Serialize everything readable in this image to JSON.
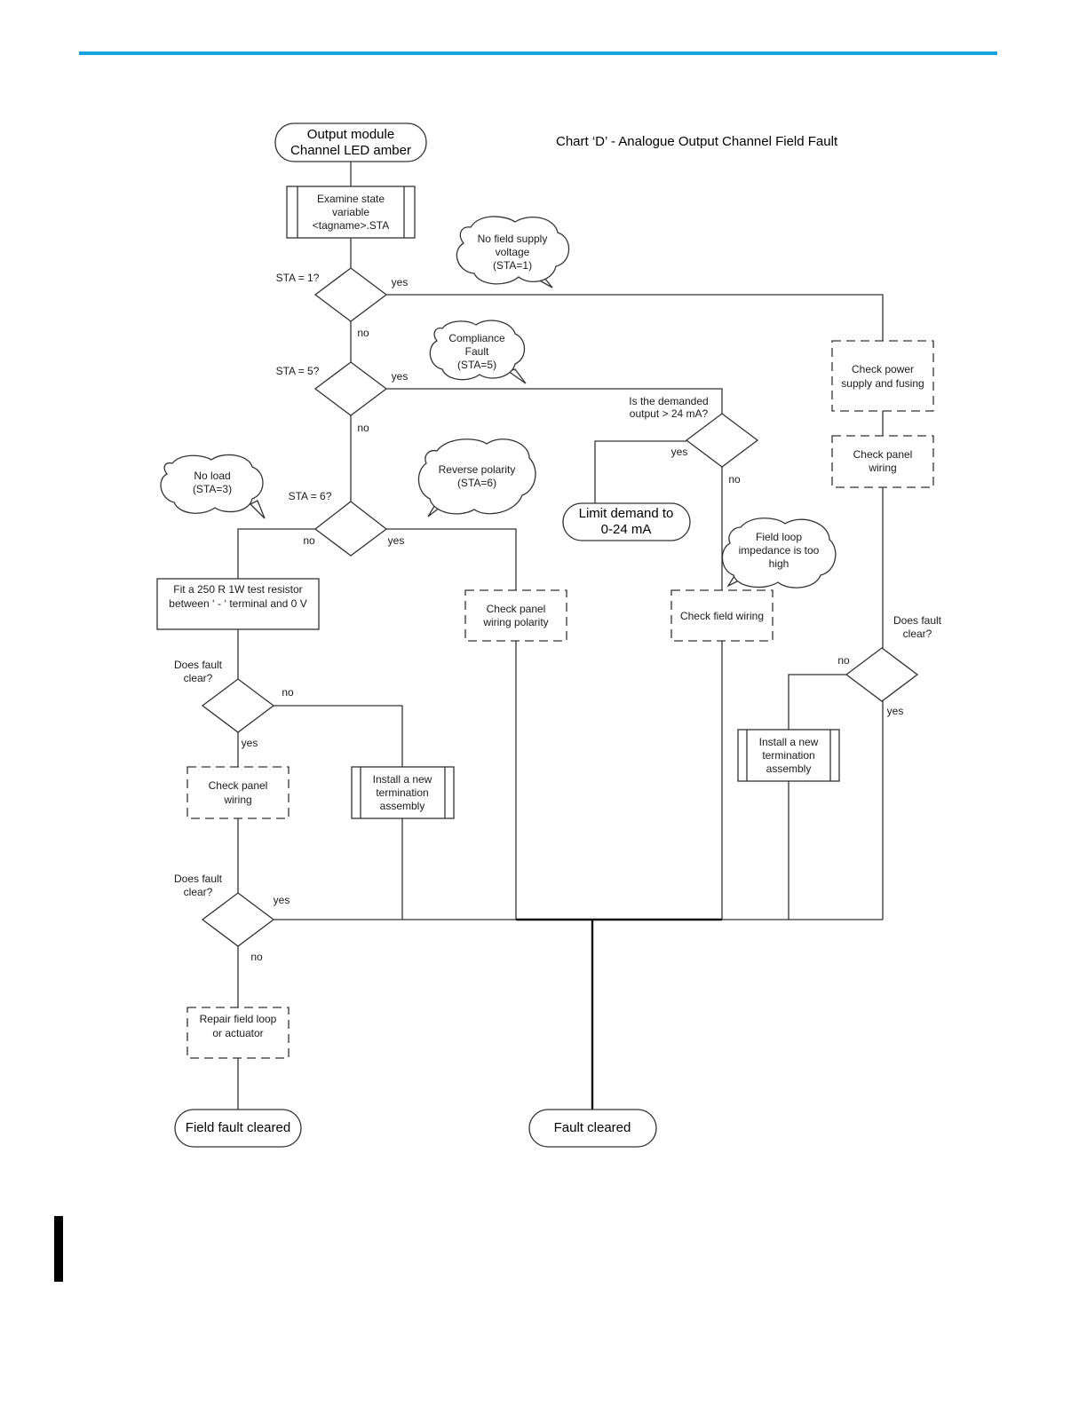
{
  "accent_color": "#1aa3dd",
  "title": "Chart ‘D’ - Analogue Output Channel Field Fault",
  "nodes": {
    "start": [
      "Output module",
      "Channel LED amber"
    ],
    "examine": [
      "Examine state",
      "variable",
      "<tagname>.STA"
    ],
    "dec_sta1": "STA = 1?",
    "dec_sta5": "STA = 5?",
    "dec_sta6": "STA = 6?",
    "dec_24ma": [
      "Is the demanded",
      "output > 24 mA?"
    ],
    "check_power": [
      "Check power",
      "supply and fusing"
    ],
    "check_panel_right": [
      "Check panel",
      "wiring"
    ],
    "limit_demand": [
      "Limit demand to",
      "0-24 mA"
    ],
    "check_field_wiring": "Check field wiring",
    "check_polarity": [
      "Check panel",
      "wiring polarity"
    ],
    "fit_resistor": [
      "Fit a 250 R 1W test resistor",
      "between ‘ - ‘ terminal and 0 V"
    ],
    "dec_fault_a": [
      "Does fault",
      "clear?"
    ],
    "check_panel_left": [
      "Check panel",
      "wiring"
    ],
    "install_mid": [
      "Install a new",
      "termination",
      "assembly"
    ],
    "dec_fault_b": [
      "Does fault",
      "clear?"
    ],
    "repair": [
      "Repair field loop",
      "or actuator"
    ],
    "end_field": "Field fault cleared",
    "end_fault": "Fault cleared",
    "dec_fault_r": [
      "Does fault",
      "clear?"
    ],
    "install_right": [
      "Install a new",
      "termination",
      "assembly"
    ]
  },
  "callouts": {
    "no_supply": [
      "No field supply",
      "voltage",
      "(STA=1)"
    ],
    "compliance": [
      "Compliance",
      "Fault",
      "(STA=5)"
    ],
    "no_load": [
      "No load",
      "(STA=3)"
    ],
    "reverse": [
      "Reverse polarity",
      "(STA=6)"
    ],
    "impedance": [
      "Field loop",
      "impedance is too",
      "high"
    ]
  },
  "labels": {
    "yes": "yes",
    "no": "no"
  }
}
